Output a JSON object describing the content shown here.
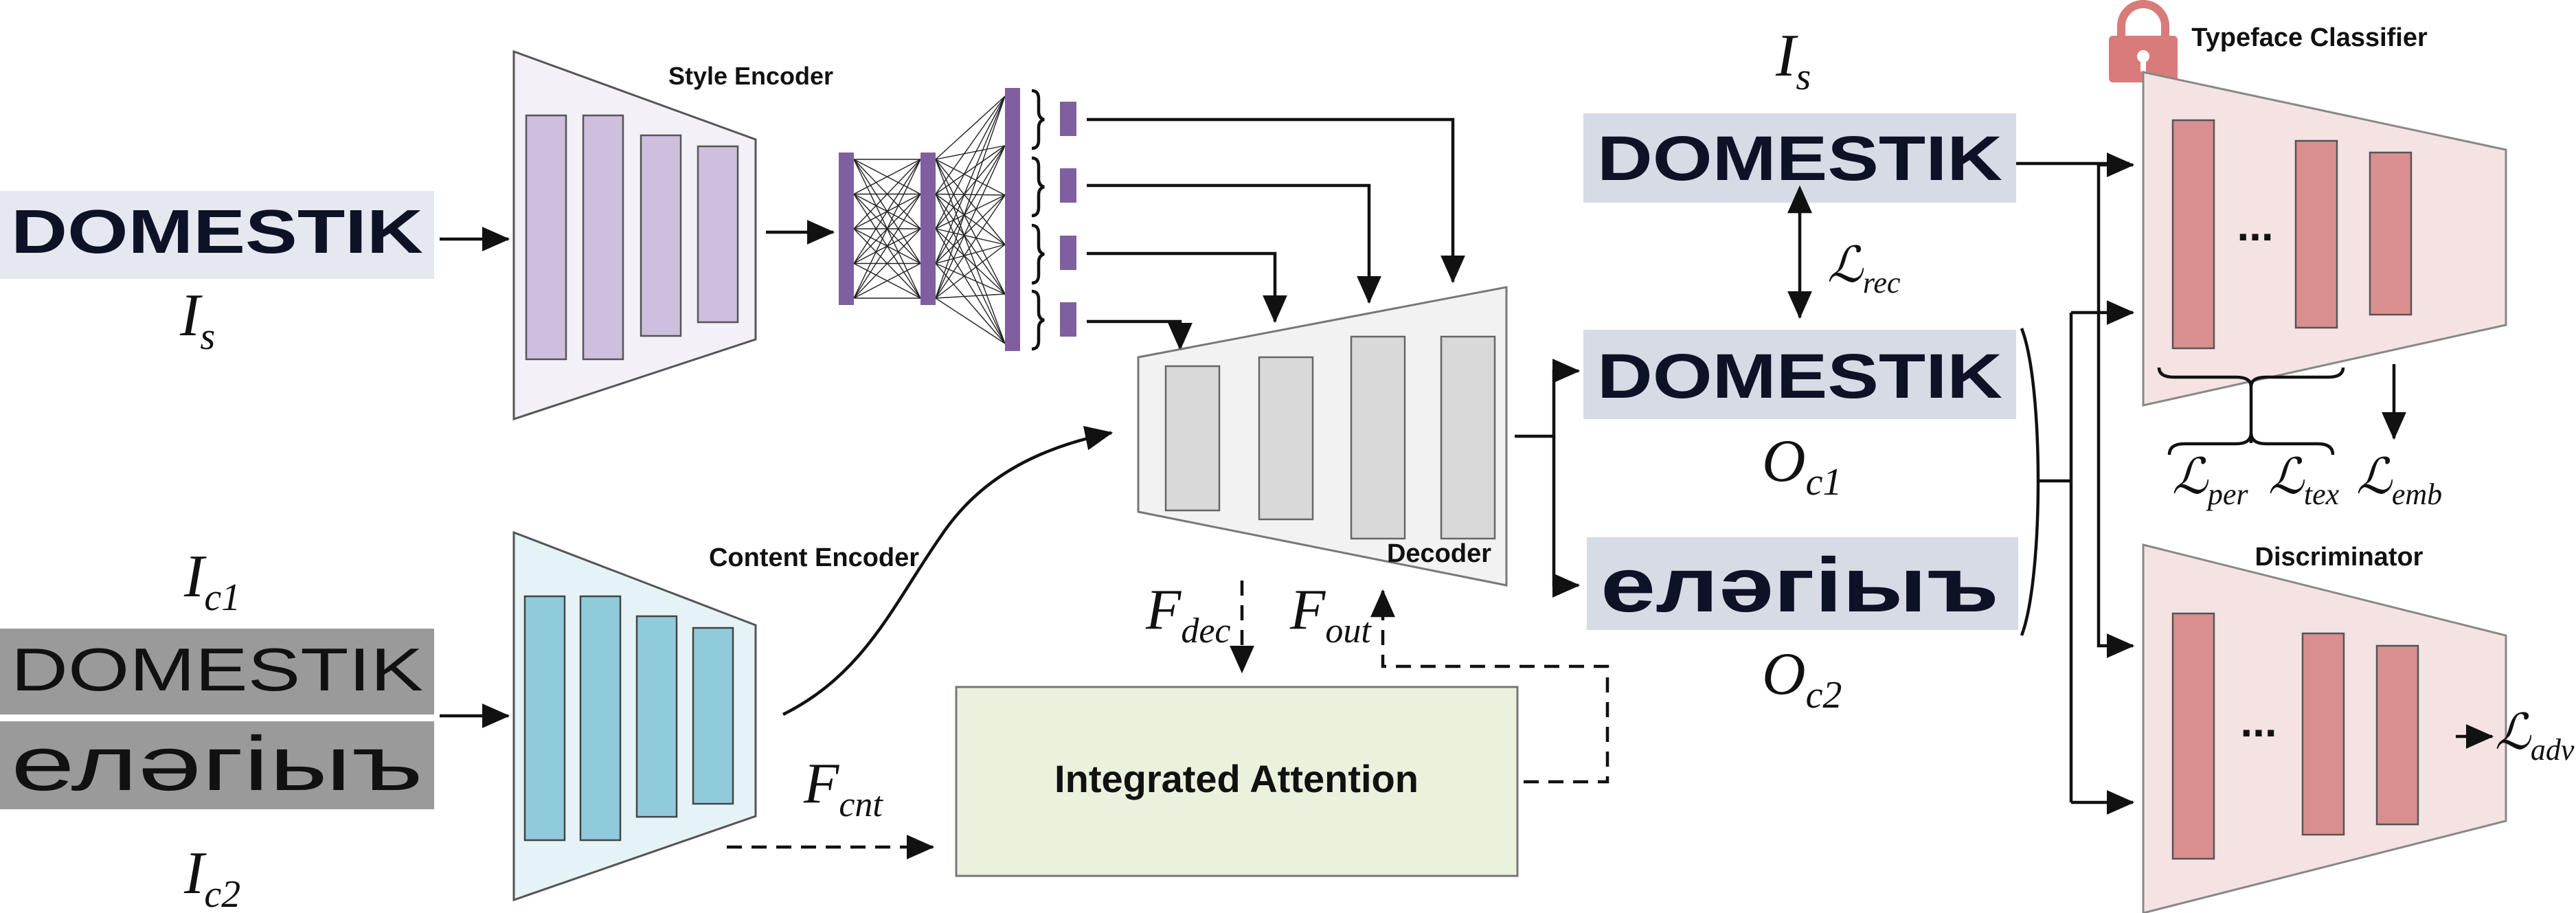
{
  "blocks": {
    "style_encoder": "Style Encoder",
    "content_encoder": "Content Encoder",
    "decoder": "Decoder",
    "integrated_attention": "Integrated Attention",
    "typeface_classifier": "Typeface Classifier",
    "discriminator": "Discriminator",
    "ellipsis": "..."
  },
  "images": {
    "style_word": "DOMESTIK",
    "content_word_1": "DOMESTIK",
    "content_word_2": "елəгіыъ",
    "target_word": "DOMESTIK",
    "output_word_1": "DOMESTIK",
    "output_word_2": "елəгіыъ"
  },
  "symbols": {
    "I_s": {
      "base": "I",
      "sub": "s"
    },
    "I_c1": {
      "base": "I",
      "sub": "c1"
    },
    "I_c2": {
      "base": "I",
      "sub": "c2"
    },
    "I_s_target": {
      "base": "I",
      "sub": "s"
    },
    "O_c1": {
      "base": "O",
      "sub": "c1"
    },
    "O_c2": {
      "base": "O",
      "sub": "c2"
    },
    "F_cnt": {
      "base": "F",
      "sub": "cnt"
    },
    "F_dec": {
      "base": "F",
      "sub": "dec"
    },
    "F_out": {
      "base": "F",
      "sub": "out"
    }
  },
  "losses": {
    "rec": {
      "base": "ℒ",
      "sub": "rec"
    },
    "per": {
      "base": "ℒ",
      "sub": "per"
    },
    "tex": {
      "base": "ℒ",
      "sub": "tex"
    },
    "emb": {
      "base": "ℒ",
      "sub": "emb"
    },
    "adv": {
      "base": "ℒ",
      "sub": "adv"
    }
  },
  "colors": {
    "style_encoder": "#cdbfdd",
    "content_encoder": "#8fcbdb",
    "decoder": "#d9d9d9",
    "attention_fill": "#eaf1dd",
    "classifier": "#d98f8f",
    "lock": "#d97b7b",
    "mlp": "#7f5fa0"
  },
  "icons": [
    "lock-icon"
  ]
}
